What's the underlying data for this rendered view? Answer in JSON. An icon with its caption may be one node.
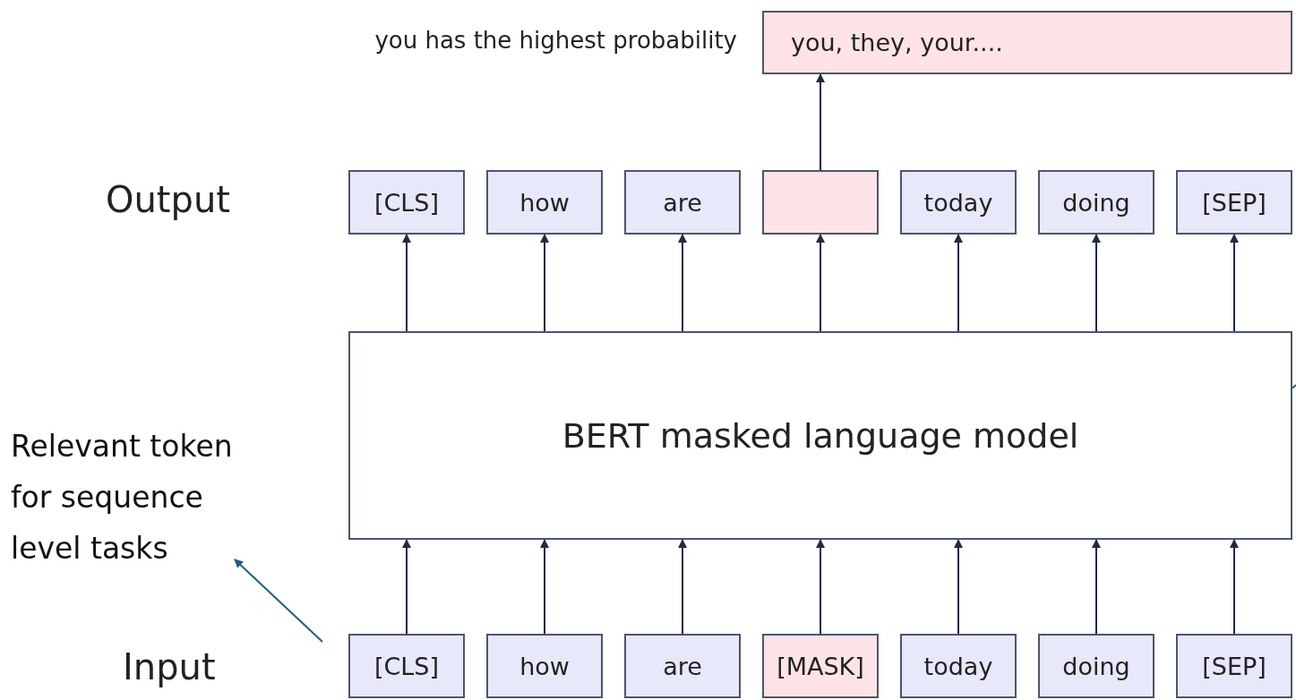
{
  "diagram": {
    "nodes": [
      {
        "text": [
          "you, they, your...."
        ],
        "beside": [
          "you has the highest probability"
        ]
      },
      {
        "text": [
          "[CLS]"
        ]
      },
      {
        "text": [
          "how"
        ]
      },
      {
        "text": [
          "are"
        ]
      },
      {
        "text": [],
        "shape": "box"
      },
      {
        "text": [
          "today"
        ]
      },
      {
        "text": [
          "doing"
        ]
      },
      {
        "text": [
          "[SEP]"
        ]
      },
      {
        "text": [
          "BERT masked language model"
        ]
      },
      {
        "text": [
          "[CLS]"
        ]
      },
      {
        "text": [
          "how"
        ]
      },
      {
        "text": [
          "are"
        ]
      },
      {
        "text": [
          "[MASK]"
        ]
      },
      {
        "text": [
          "today"
        ]
      },
      {
        "text": [
          "doing"
        ]
      },
      {
        "text": [
          "[SEP]"
        ]
      },
      {
        "text": [
          "Relevant token for sequence level tasks"
        ]
      }
    ],
    "edges": [
      {
        "from": 4,
        "to": 0,
        "arrow": "to"
      },
      {
        "from": 8,
        "to": 1,
        "arrow": "to"
      },
      {
        "from": 8,
        "to": 2,
        "arrow": "to"
      },
      {
        "from": 8,
        "to": 3,
        "arrow": "to"
      },
      {
        "from": 8,
        "to": 4,
        "arrow": "to"
      },
      {
        "from": 8,
        "to": 5,
        "arrow": "to"
      },
      {
        "from": 8,
        "to": 6,
        "arrow": "to"
      },
      {
        "from": 8,
        "to": 7,
        "arrow": "to"
      },
      {
        "from": 9,
        "to": 8,
        "arrow": "to"
      },
      {
        "from": 10,
        "to": 8,
        "arrow": "to"
      },
      {
        "from": 11,
        "to": 8,
        "arrow": "to"
      },
      {
        "from": 12,
        "to": 8,
        "arrow": "to"
      },
      {
        "from": 13,
        "to": 8,
        "arrow": "to"
      },
      {
        "from": 14,
        "to": 8,
        "arrow": "to"
      },
      {
        "from": 15,
        "to": 8,
        "arrow": "to"
      },
      {
        "from": 9,
        "to": 16,
        "arrow": "to",
        "color": "#1f5f7f"
      },
      {
        "from": 8,
        "to": null,
        "arrow": "none",
        "color": "#1f5f7f"
      }
    ],
    "labels": [
      "Output",
      "Input"
    ]
  }
}
